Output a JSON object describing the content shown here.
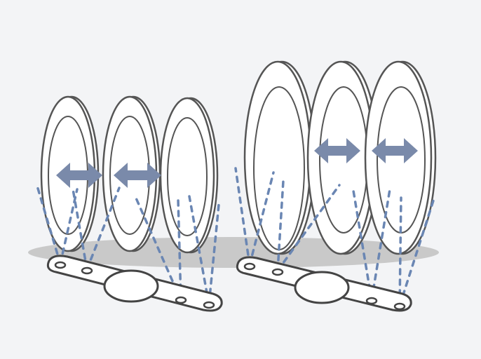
{
  "diagram": {
    "colors": {
      "background": "#f3f4f6",
      "plate_outline": "#555555",
      "plate_fill": "#ffffff",
      "spray_arm_outline": "#444444",
      "spray_arm_fill": "#ffffff",
      "water_jet": "#6a86b3",
      "arrow": "#7a8aaa",
      "floor_shadow": "#c9c9c9"
    },
    "groups": [
      {
        "name": "small-plates",
        "plate_count": 3,
        "spacing_arrows": 2,
        "spray_arm_nozzles": 4
      },
      {
        "name": "large-plates",
        "plate_count": 3,
        "spacing_arrows": 2,
        "spray_arm_nozzles": 4
      }
    ],
    "icons": {
      "spacing_arrow": "double-headed-arrow-icon",
      "water_jet": "dashed-water-jet-icon",
      "spray_arm": "spray-arm-icon"
    }
  }
}
